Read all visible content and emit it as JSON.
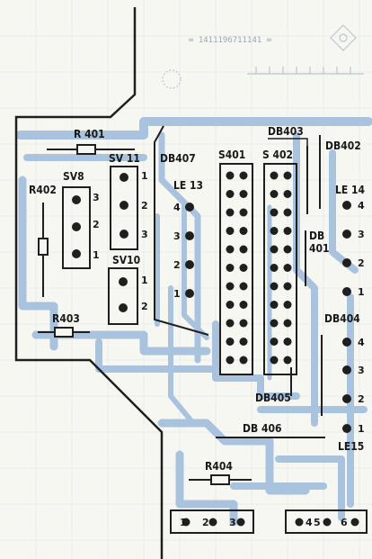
{
  "labels": {
    "r401": "R 401",
    "r402": "R402",
    "r403": "R403",
    "r404": "R404",
    "sv8": "SV8",
    "sv11": "SV 11",
    "sv10": "SV10",
    "db407": "DB407",
    "le13": "LE 13",
    "s401": "S401",
    "s402": "S 402",
    "db403": "DB403",
    "db402": "DB402",
    "le14": "LE 14",
    "db401a": "DB",
    "db401b": "401",
    "db404": "DB404",
    "db405": "DB405",
    "db406": "DB 406",
    "le15": "LE15",
    "faint_text": "∞ 1411196711141 ∞"
  },
  "pins": {
    "sv8": [
      "3",
      "2",
      "1"
    ],
    "sv11": [
      "1",
      "2",
      "3"
    ],
    "sv10": [
      "1",
      "2"
    ],
    "le13": [
      "4",
      "3",
      "2",
      "1"
    ],
    "le14": [
      "4",
      "3",
      "2",
      "1"
    ],
    "le15": [
      "4",
      "3",
      "2",
      "1"
    ],
    "bottom": [
      "1",
      "2",
      "3",
      "4",
      "5",
      "6"
    ]
  }
}
